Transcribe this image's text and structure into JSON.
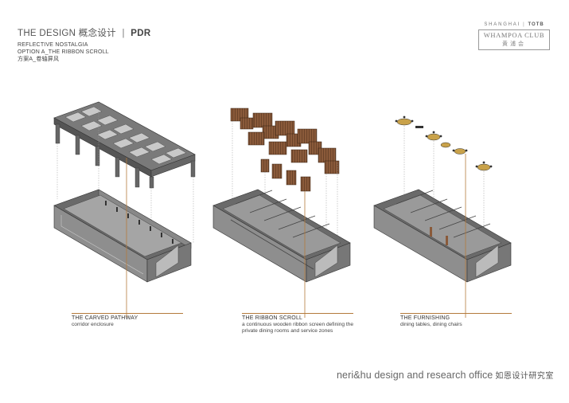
{
  "header": {
    "title": "THE DESIGN 概念设计",
    "separator": "|",
    "code": "PDR",
    "subtitle_1": "REFLECTIVE NOSTALGIA",
    "subtitle_2": "OPTION A_THE RIBBON SCROLL",
    "subtitle_3": "方案A_卷轴屏风"
  },
  "logo": {
    "city": "SHANGHAI",
    "divider": "|",
    "brand": "TOTB",
    "club": "WHAMPOA CLUB",
    "club_cn": "黄浦会"
  },
  "captions": [
    {
      "title": "THE CARVED PATHWAY",
      "description": "corridor enclosure"
    },
    {
      "title": "THE RIBBON SCROLL",
      "description": "a continuous wooden ribbon screen defining the private dining rooms and service zones"
    },
    {
      "title": "THE FURNISHING",
      "description": "dining tables, dining chairs"
    }
  ],
  "footer": {
    "office": "neri&hu design and research office",
    "office_cn": "如恩设计研究室"
  },
  "colors": {
    "accent": "#b47a3c",
    "wood": "#8a5a3a",
    "concrete_dark": "#5c5c5c",
    "concrete_light": "#9a9a9a"
  }
}
